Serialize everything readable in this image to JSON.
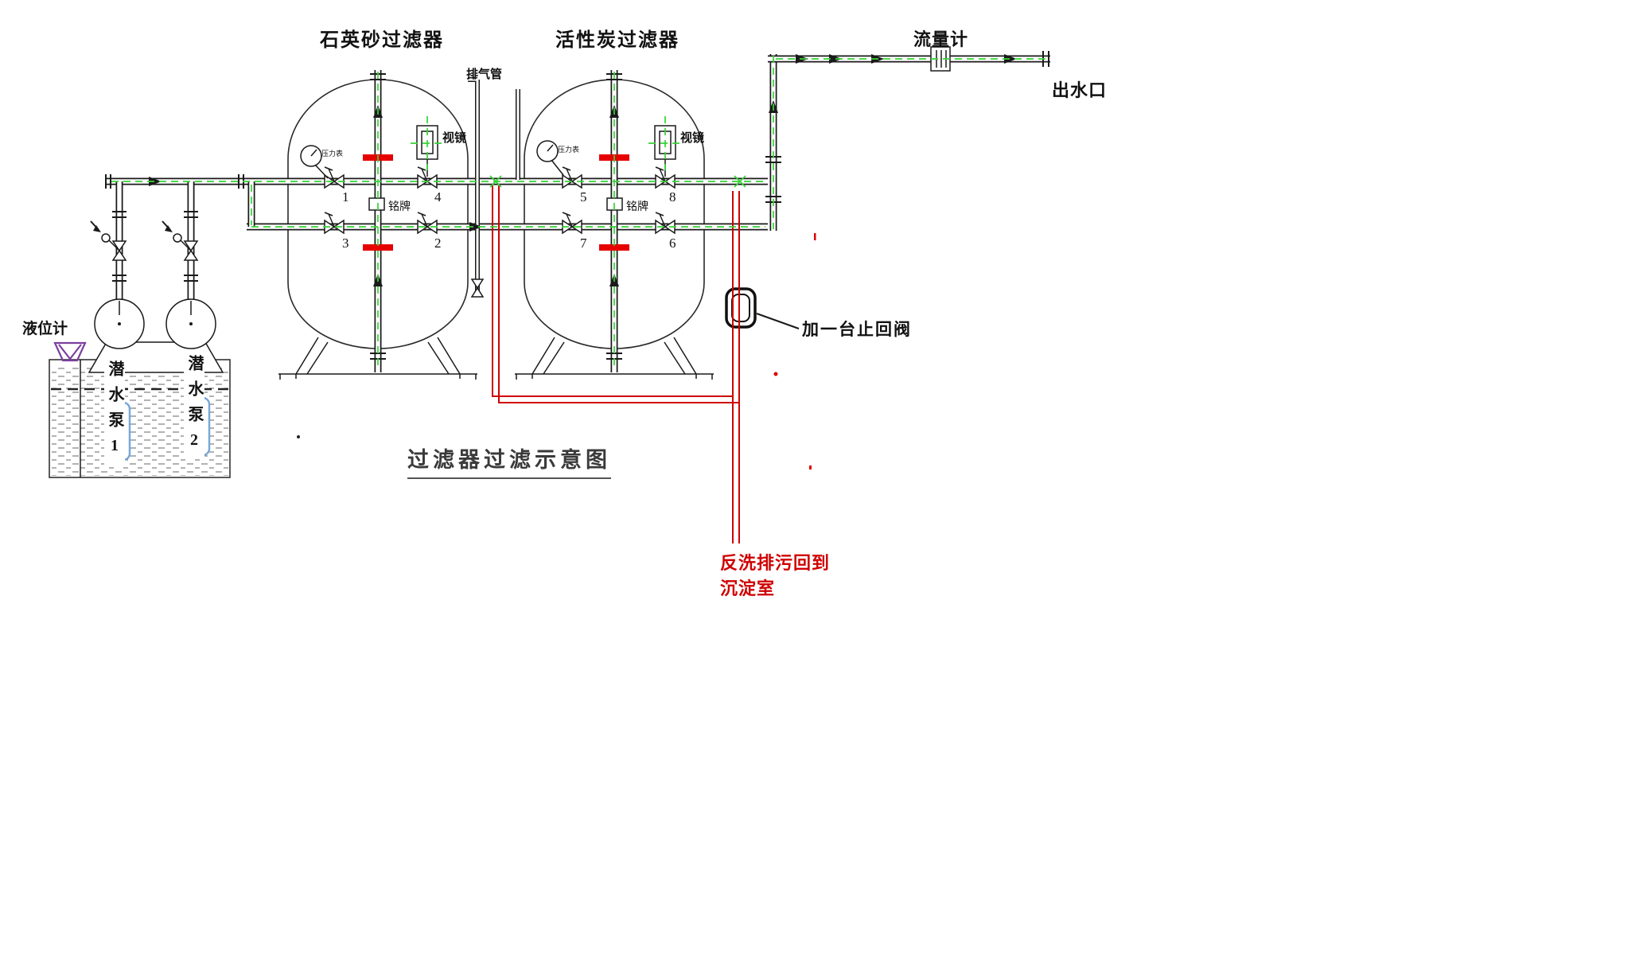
{
  "diagram": {
    "title": "过滤器过滤示意图",
    "labels": {
      "quartz_filter": "石英砂过滤器",
      "carbon_filter": "活性炭过滤器",
      "flow_meter": "流量计",
      "water_outlet": "出水口",
      "exhaust_pipe": "排气管",
      "level_gauge": "液位计",
      "sight_glass_left": "视镜",
      "sight_glass_right": "视镜",
      "nameplate_left": "铭牌",
      "nameplate_right": "铭牌",
      "pressure_gauge_left": "压力表",
      "pressure_gauge_right": "压力表",
      "check_valve_note": "加一台止回阀",
      "backwash_note_line1": "反洗排污回到",
      "backwash_note_line2": "沉淀室",
      "submersible_pump_1": "潜水泵1",
      "submersible_pump_2": "潜水泵2"
    },
    "valve_numbers": [
      "1",
      "2",
      "3",
      "4",
      "5",
      "6",
      "7",
      "8"
    ],
    "colors": {
      "flow_centerline": "#35d435",
      "backwash_line": "#cf0000",
      "red_mark": "#e60000",
      "pump_body_outline": "#7aa7d9",
      "level_gauge_funnel": "#7b3f9e"
    }
  }
}
